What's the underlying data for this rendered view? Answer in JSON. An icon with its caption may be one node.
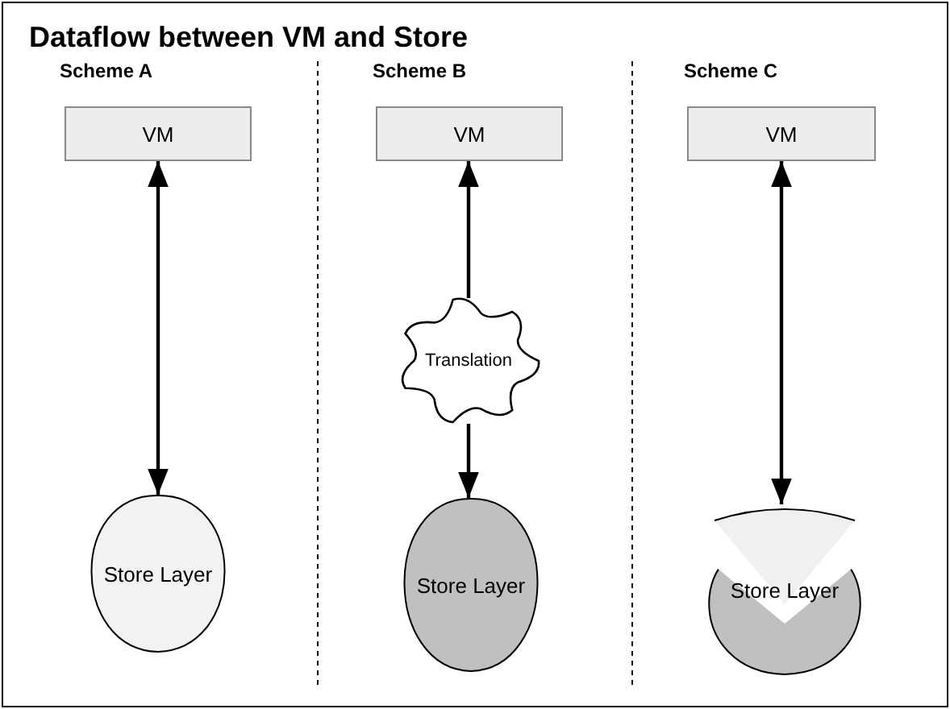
{
  "diagram": {
    "title": "Dataflow between VM and Store",
    "nodes": [
      {
        "text": [
          "VM"
        ]
      },
      {
        "text": [
          "Store Layer"
        ]
      },
      {
        "text": [
          "VM"
        ]
      },
      {
        "text": [
          "Translation"
        ]
      },
      {
        "text": [
          "Store Layer"
        ]
      },
      {
        "text": [
          "VM"
        ]
      },
      {
        "text": [
          "Store Layer"
        ]
      }
    ],
    "edges": [
      {
        "from": 0,
        "to": 1,
        "arrow": "both"
      },
      {
        "from": 3,
        "to": 2,
        "arrow": "to"
      },
      {
        "from": 3,
        "to": 4,
        "arrow": "to"
      },
      {
        "from": 5,
        "to": 6,
        "arrow": "both"
      }
    ],
    "labels": [
      "Scheme A",
      "Scheme B",
      "Scheme C"
    ]
  }
}
